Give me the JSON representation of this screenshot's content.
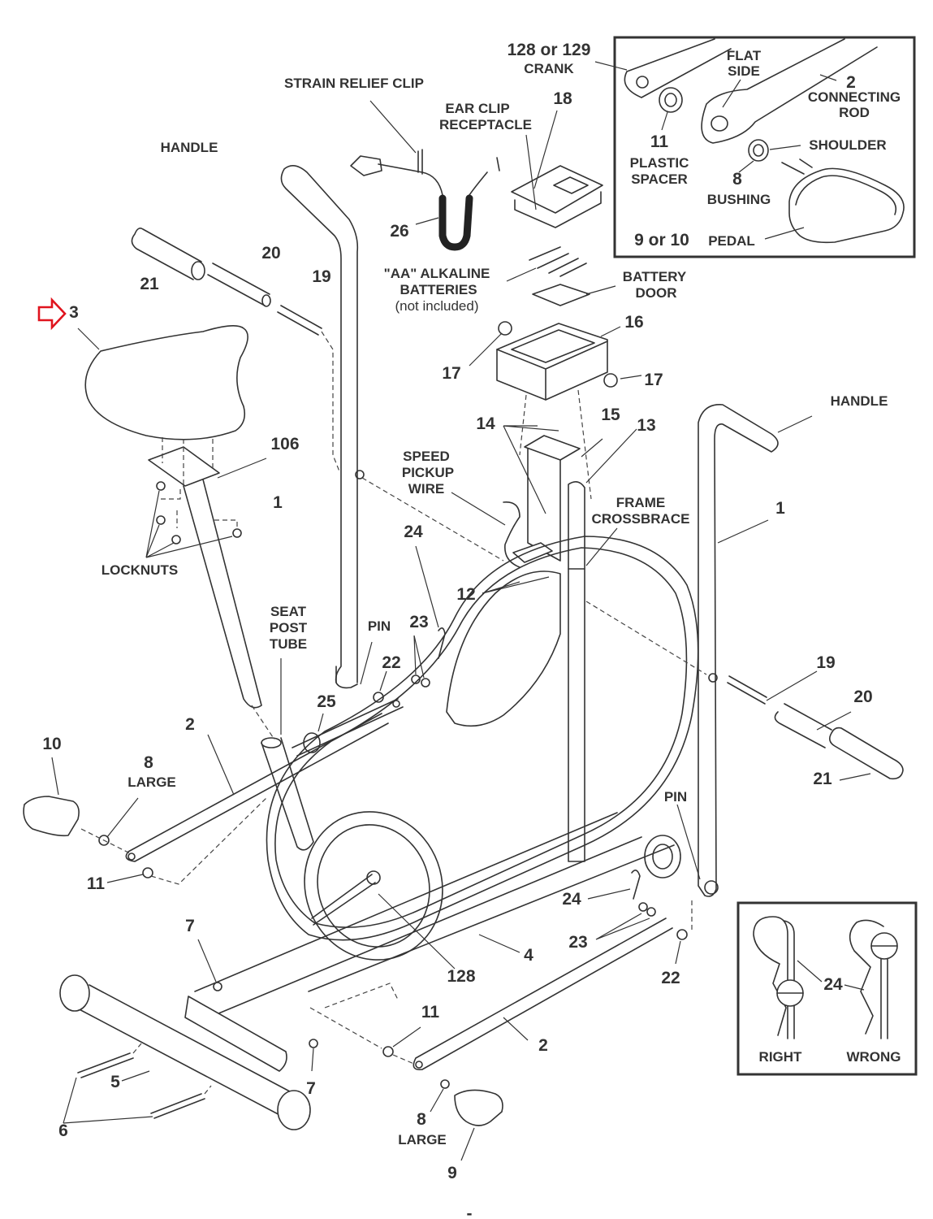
{
  "diagram": {
    "title": "Elliptical exercise bike exploded parts diagram",
    "highlight": {
      "part": "3",
      "color": "#e0141e",
      "icon": "right-arrow-outline"
    },
    "callouts": {
      "strain_relief_clip": "STRAIN RELIEF CLIP",
      "ear_clip_receptacle": [
        "EAR CLIP",
        "RECEPTACLE"
      ],
      "handle": "HANDLE",
      "batteries": [
        "\"AA\" ALKALINE",
        "BATTERIES",
        "(not included)"
      ],
      "battery_door": [
        "BATTERY",
        "DOOR"
      ],
      "speed_pickup_wire": [
        "SPEED",
        "PICKUP",
        "WIRE"
      ],
      "frame_crossbrace": [
        "FRAME",
        "CROSSBRACE"
      ],
      "locknuts": "LOCKNUTS",
      "seat_post_tube": [
        "SEAT",
        "POST",
        "TUBE"
      ],
      "pin": "PIN",
      "large": "LARGE"
    },
    "part_numbers": {
      "p1": "1",
      "p2": "2",
      "p3": "3",
      "p4": "4",
      "p5": "5",
      "p6": "6",
      "p7": "7",
      "p8": "8",
      "p9": "9",
      "p10": "10",
      "p11": "11",
      "p12": "12",
      "p13": "13",
      "p14": "14",
      "p15": "15",
      "p16": "16",
      "p17": "17",
      "p18": "18",
      "p19": "19",
      "p20": "20",
      "p21": "21",
      "p22": "22",
      "p23": "23",
      "p24": "24",
      "p25": "25",
      "p26": "26",
      "p106": "106",
      "p128": "128"
    },
    "inset_pedal": {
      "crank": [
        "128 or 129",
        "CRANK"
      ],
      "flat_side": [
        "FLAT",
        "SIDE"
      ],
      "connecting_rod": [
        "2",
        "CONNECTING",
        "ROD"
      ],
      "plastic_spacer": [
        "11",
        "PLASTIC",
        "SPACER"
      ],
      "shoulder": "SHOULDER",
      "bushing": [
        "8",
        "BUSHING"
      ],
      "pedal": [
        "9 or 10",
        "PEDAL"
      ]
    },
    "inset_pin": {
      "part": "24",
      "right_label": "RIGHT",
      "wrong_label": "WRONG"
    },
    "page_mark": "-"
  }
}
